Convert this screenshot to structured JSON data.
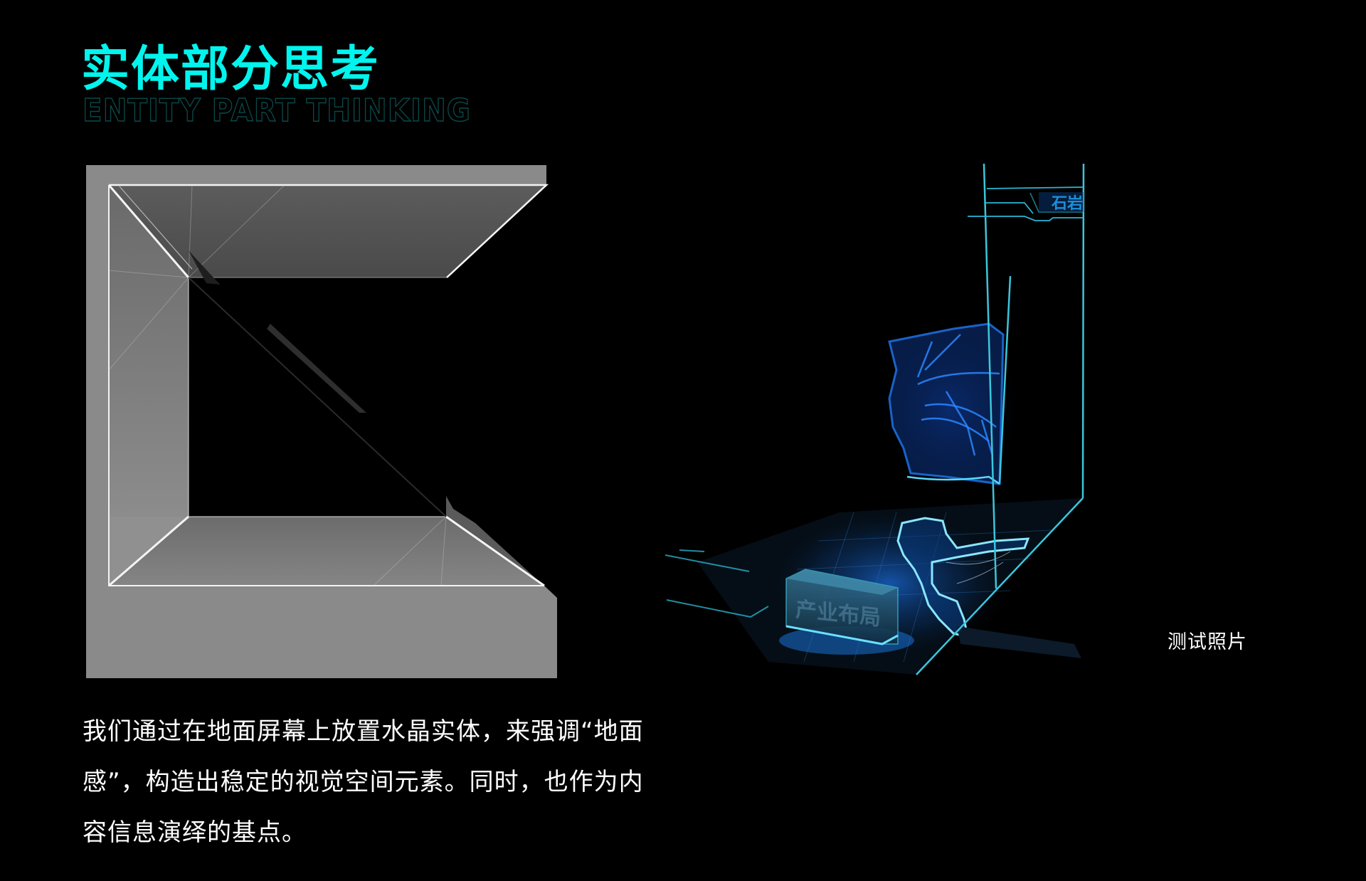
{
  "header": {
    "title_cn": "实体部分思考",
    "title_en": "ENTITY PART THINKING"
  },
  "diagram": {
    "description": "gray L-shaped cabinet cross-section with angled crystal panels",
    "colors": {
      "outer": "#8a8a8a",
      "panel": "#585858",
      "edge": "#f2f2f2",
      "floor": "#7c7c7c"
    }
  },
  "photo": {
    "caption": "测试照片",
    "map_label": "石岩",
    "crystal_text": "产业布局",
    "colors": {
      "line": "#3cc6dc",
      "glow": "#1a7ae6",
      "map": "#1e6ee0"
    }
  },
  "body": {
    "lines": [
      "我们通过在地面屏幕上放置水晶实体，来强调“地面",
      "感”，构造出稳定的视觉空间元素。同时，也作为内",
      "容信息演绎的基点。"
    ]
  }
}
